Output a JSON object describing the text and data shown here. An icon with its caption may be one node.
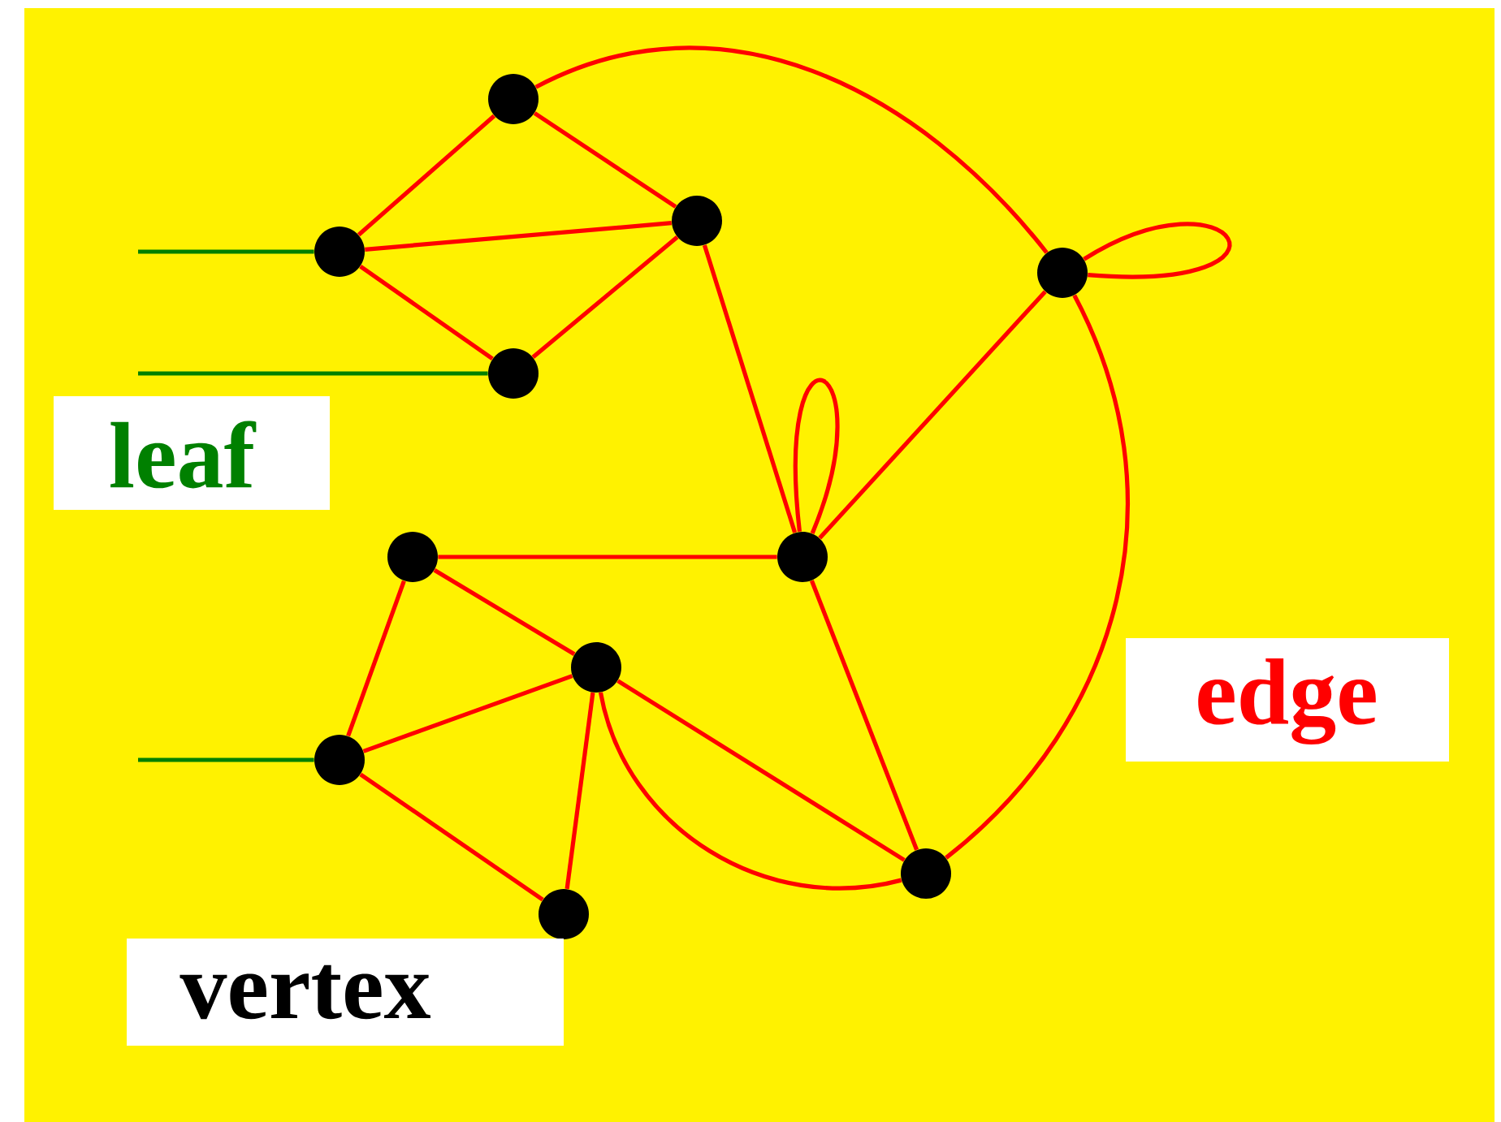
{
  "diagram": {
    "nodes": [
      {
        "text": [],
        "shape": "circle"
      },
      {
        "text": [],
        "shape": "circle"
      },
      {
        "text": [],
        "shape": "circle"
      },
      {
        "text": [],
        "shape": "circle"
      },
      {
        "text": [],
        "shape": "circle"
      },
      {
        "text": [],
        "shape": "circle"
      },
      {
        "text": [],
        "shape": "circle"
      },
      {
        "text": [],
        "shape": "circle"
      },
      {
        "text": [],
        "shape": "circle"
      },
      {
        "text": [],
        "shape": "circle"
      },
      {
        "text": [],
        "shape": "circle"
      }
    ],
    "edges": [
      {
        "from": 0,
        "to": 2,
        "arrow": "none"
      },
      {
        "from": 0,
        "to": 1,
        "arrow": "none"
      },
      {
        "from": 2,
        "to": 1,
        "arrow": "none"
      },
      {
        "from": 2,
        "to": 4,
        "arrow": "none"
      },
      {
        "from": 4,
        "to": 1,
        "arrow": "none"
      },
      {
        "from": 1,
        "to": 6,
        "arrow": "none"
      },
      {
        "from": 0,
        "to": 3,
        "arrow": "none"
      },
      {
        "from": 3,
        "to": 3,
        "arrow": "none"
      },
      {
        "from": 3,
        "to": 9,
        "arrow": "none"
      },
      {
        "from": 3,
        "to": 6,
        "arrow": "none"
      },
      {
        "from": 6,
        "to": 6,
        "arrow": "none"
      },
      {
        "from": 5,
        "to": 6,
        "arrow": "none"
      },
      {
        "from": 5,
        "to": 7,
        "arrow": "none"
      },
      {
        "from": 5,
        "to": 8,
        "arrow": "none"
      },
      {
        "from": 8,
        "to": 7,
        "arrow": "none"
      },
      {
        "from": 7,
        "to": 10,
        "arrow": "none"
      },
      {
        "from": 8,
        "to": 10,
        "arrow": "none"
      },
      {
        "from": 7,
        "to": 9,
        "arrow": "none"
      },
      {
        "from": 7,
        "to": 9,
        "arrow": "none"
      },
      {
        "from": 6,
        "to": 9,
        "arrow": "none"
      },
      {
        "from": null,
        "to": 2,
        "arrow": "none",
        "color": "#008000"
      },
      {
        "from": null,
        "to": 4,
        "arrow": "none",
        "color": "#008000"
      },
      {
        "from": null,
        "to": 8,
        "arrow": "none",
        "color": "#008000"
      }
    ],
    "labels": [
      "leaf",
      "vertex",
      "edge"
    ]
  }
}
